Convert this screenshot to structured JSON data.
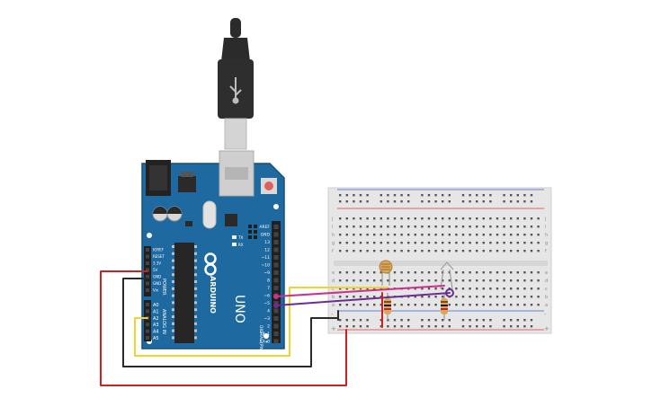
{
  "arduino": {
    "brand": "ARDUINO",
    "model": "UNO",
    "aref": "AREF",
    "gnd": "GND",
    "digital_pins": [
      "13",
      "12",
      "~11",
      "~10",
      "~9",
      "8",
      "7",
      "~6",
      "~5",
      "4",
      "~3",
      "2",
      "TX▸1",
      "RX◂0"
    ],
    "digital_label": "DIGITAL (PWM~)",
    "power_pins": [
      "IOREF",
      "RESET",
      "3.3V",
      "5V",
      "GND",
      "GND",
      "Vin"
    ],
    "power_label": "POWER",
    "analog_pins": [
      "A0",
      "A1",
      "A2",
      "A3",
      "A4",
      "A5"
    ],
    "analog_label": "ANALOG IN",
    "led_labels": [
      "TX",
      "RX"
    ]
  },
  "breadboard": {
    "row_letters_top": [
      "j",
      "i",
      "h",
      "g",
      "f"
    ],
    "row_letters_bottom": [
      "e",
      "d",
      "c",
      "b",
      "a"
    ],
    "rail_signs": [
      "-",
      "+"
    ]
  },
  "components": {
    "photoresistor": "photoresistor",
    "led": "LED",
    "resistors": [
      "resistor-1",
      "resistor-2"
    ]
  },
  "colors": {
    "board": "#1e6aa0",
    "board_edge": "#14507d",
    "wire_red": "#d01f1f",
    "wire_black": "#2a2a2a",
    "wire_yellow": "#f2d22e",
    "wire_magenta": "#c8338f",
    "wire_purple": "#6b2d91",
    "breadboard": "#e6e6e6",
    "rail_red": "#e0393e",
    "rail_blue": "#3c63c9"
  }
}
